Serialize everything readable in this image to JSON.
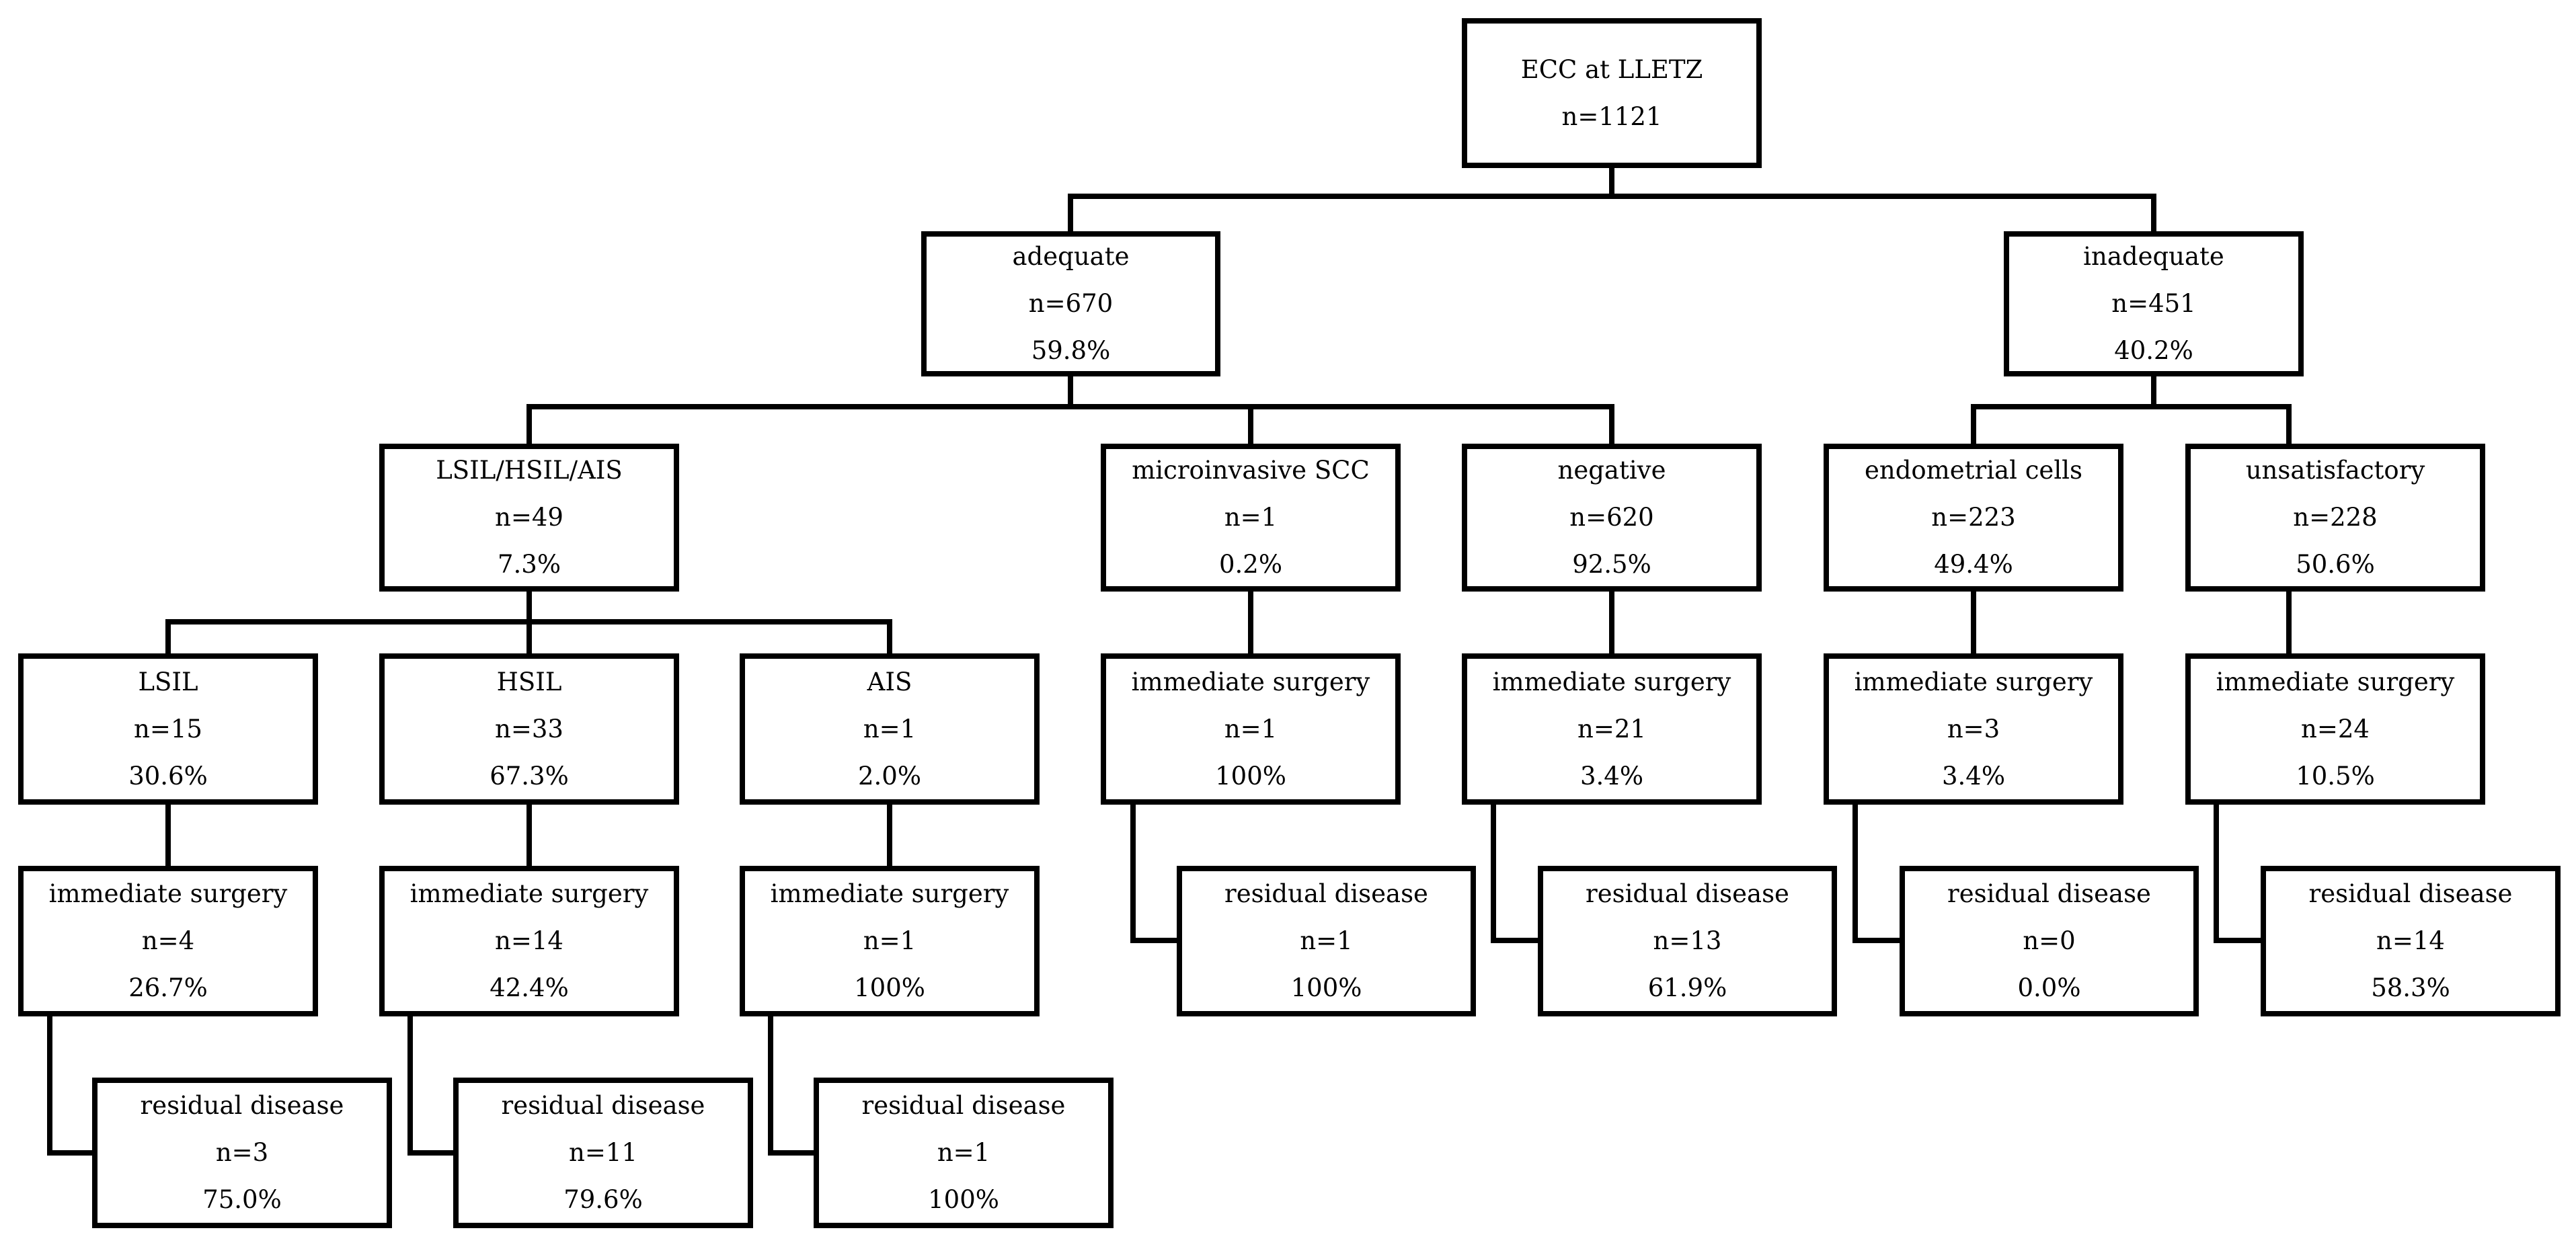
{
  "nodes": {
    "root": {
      "label": "ECC at LLETZ",
      "n": "n=1121"
    },
    "adequate": {
      "label": "adequate",
      "n": "n=670",
      "pct": "59.8%"
    },
    "inadequate": {
      "label": "inadequate",
      "n": "n=451",
      "pct": "40.2%"
    },
    "lsil_hsil_ais": {
      "label": "LSIL/HSIL/AIS",
      "n": "n=49",
      "pct": "7.3%"
    },
    "microinvasive": {
      "label": "microinvasive SCC",
      "n": "n=1",
      "pct": "0.2%"
    },
    "negative": {
      "label": "negative",
      "n": "n=620",
      "pct": "92.5%"
    },
    "endometrial": {
      "label": "endometrial cells",
      "n": "n=223",
      "pct": "49.4%"
    },
    "unsatisfactory": {
      "label": "unsatisfactory",
      "n": "n=228",
      "pct": "50.6%"
    },
    "lsil": {
      "label": "LSIL",
      "n": "n=15",
      "pct": "30.6%"
    },
    "hsil": {
      "label": "HSIL",
      "n": "n=33",
      "pct": "67.3%"
    },
    "ais": {
      "label": "AIS",
      "n": "n=1",
      "pct": "2.0%"
    },
    "surg_micro": {
      "label": "immediate surgery",
      "n": "n=1",
      "pct": "100%"
    },
    "surg_neg": {
      "label": "immediate surgery",
      "n": "n=21",
      "pct": "3.4%"
    },
    "surg_endo": {
      "label": "immediate surgery",
      "n": "n=3",
      "pct": "3.4%"
    },
    "surg_unsat": {
      "label": "immediate surgery",
      "n": "n=24",
      "pct": "10.5%"
    },
    "surg_lsil": {
      "label": "immediate surgery",
      "n": "n=4",
      "pct": "26.7%"
    },
    "surg_hsil": {
      "label": "immediate surgery",
      "n": "n=14",
      "pct": "42.4%"
    },
    "surg_ais": {
      "label": "immediate surgery",
      "n": "n=1",
      "pct": "100%"
    },
    "res_micro": {
      "label": "residual disease",
      "n": "n=1",
      "pct": "100%"
    },
    "res_neg": {
      "label": "residual disease",
      "n": "n=13",
      "pct": "61.9%"
    },
    "res_endo": {
      "label": "residual disease",
      "n": "n=0",
      "pct": "0.0%"
    },
    "res_unsat": {
      "label": "residual disease",
      "n": "n=14",
      "pct": "58.3%"
    },
    "res_lsil": {
      "label": "residual disease",
      "n": "n=3",
      "pct": "75.0%"
    },
    "res_hsil": {
      "label": "residual disease",
      "n": "n=11",
      "pct": "79.6%"
    },
    "res_ais": {
      "label": "residual disease",
      "n": "n=1",
      "pct": "100%"
    }
  }
}
